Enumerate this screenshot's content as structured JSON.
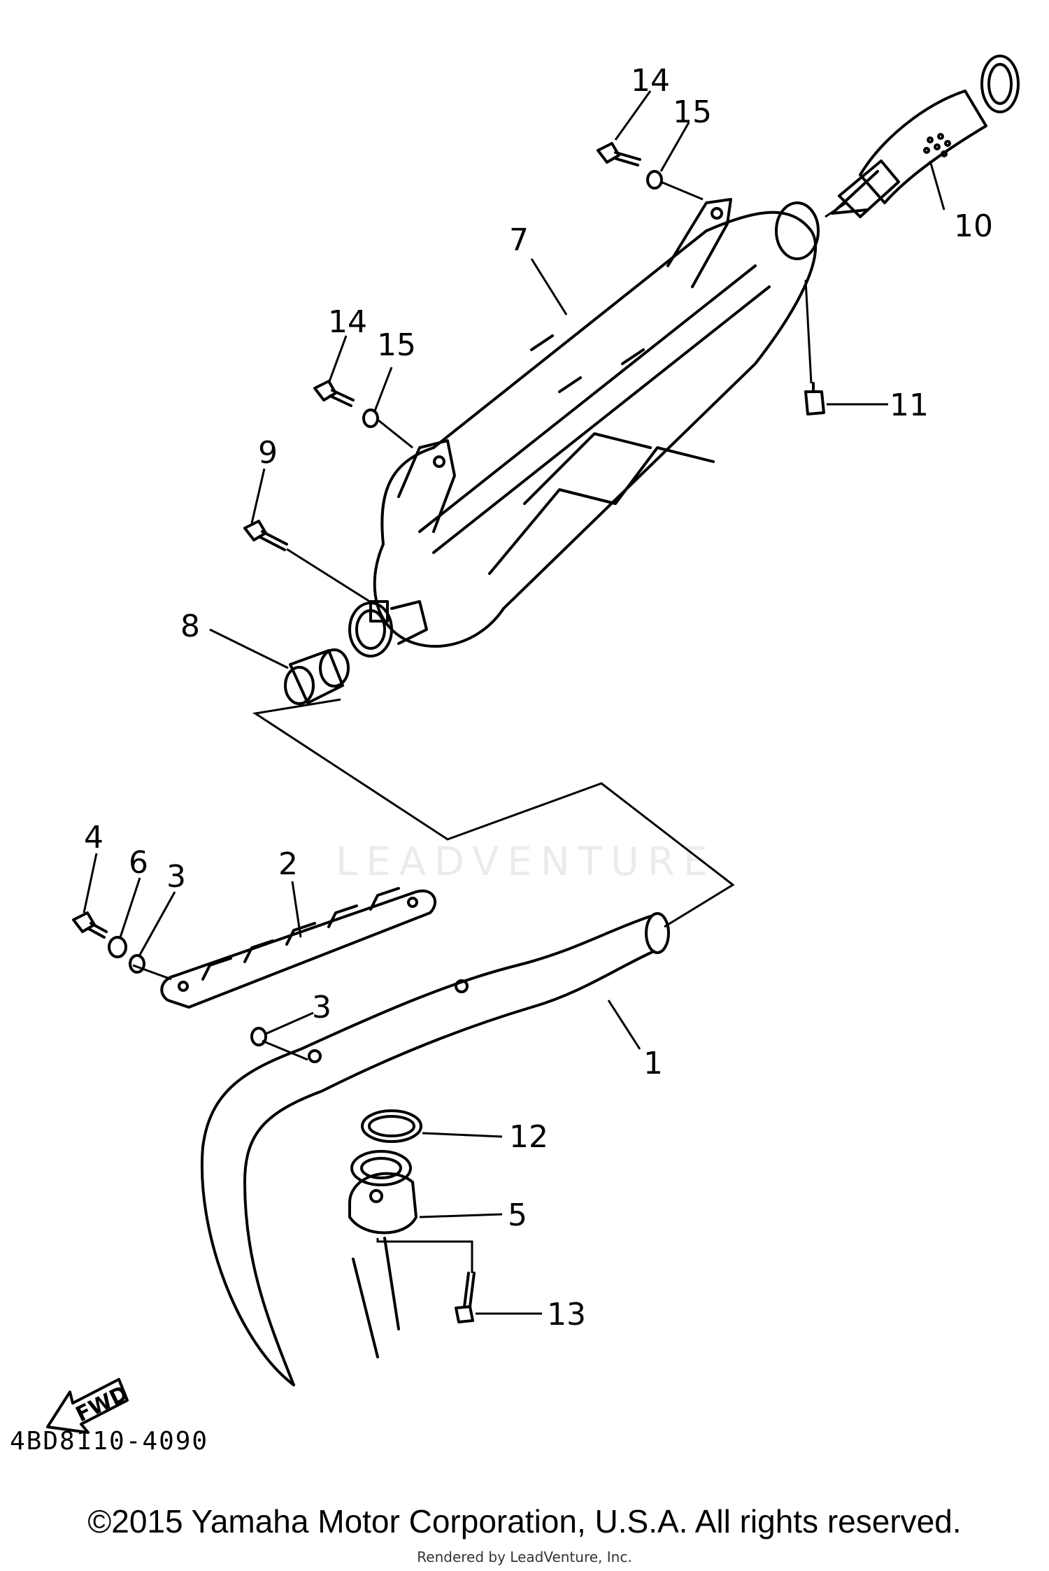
{
  "diagram": {
    "code": "4BD8110-4090",
    "copyright": "©2015 Yamaha Motor Corporation, U.S.A. All rights reserved.",
    "rendered_by": "Rendered by LeadVenture, Inc.",
    "watermark": "LEADVENTURE",
    "fwd_label": "FWD",
    "callouts": [
      "14",
      "15",
      "10",
      "7",
      "14",
      "15",
      "11",
      "9",
      "8",
      "4",
      "6",
      "2",
      "3",
      "3",
      "1",
      "12",
      "5",
      "13"
    ]
  },
  "colors": {
    "line": "#000000",
    "background": "#ffffff"
  }
}
